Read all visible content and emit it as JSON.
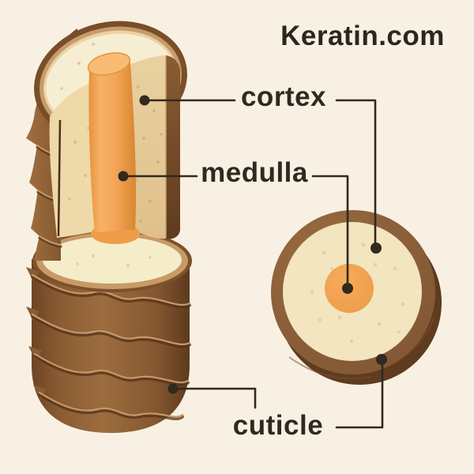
{
  "title": "Keratin.com",
  "labels": {
    "cortex": "cortex",
    "medulla": "medulla",
    "cuticle": "cuticle"
  },
  "illustration": {
    "name": "hair-shaft-anatomy-diagram",
    "views": [
      "cutaway-shaft",
      "cross-section"
    ],
    "parts": [
      "cuticle",
      "cortex",
      "medulla"
    ]
  },
  "colors": {
    "background": "#f8f1e3",
    "title_text": "#2b2620",
    "label_text": "#2e2a22",
    "leader_line": "#32291f",
    "cuticle_brown": "#8a5f38",
    "cuticle_dark": "#5f3b1f",
    "cortex_cream": "#f2e5c0",
    "cortex_wall_tan": "#e2c593",
    "medulla_orange": "#f0a04f"
  }
}
